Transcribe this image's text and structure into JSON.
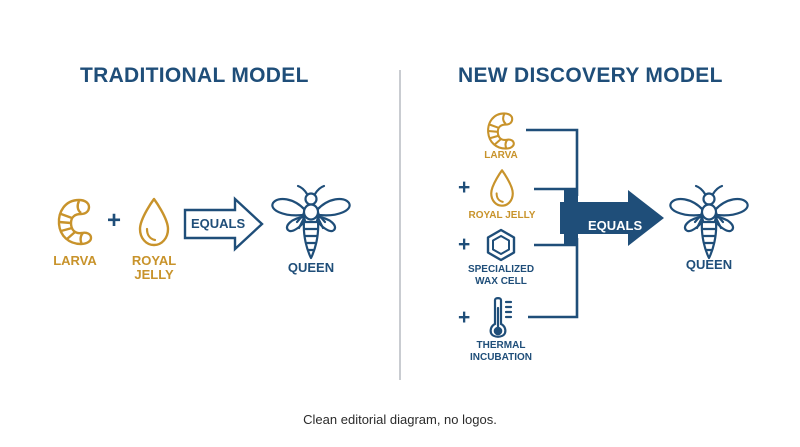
{
  "traditional": {
    "heading": "TRADITIONAL MODEL",
    "larva_label": "LARVA",
    "plus": "+",
    "jelly_label_1": "ROYAL",
    "jelly_label_2": "JELLY",
    "equals_label": "EQUALS",
    "queen_label": "QUEEN"
  },
  "discovery": {
    "heading": "NEW DISCOVERY MODEL",
    "inputs": [
      {
        "label_1": "LARVA",
        "label_2": "",
        "icon": "larva-icon"
      },
      {
        "label_1": "ROYAL JELLY",
        "label_2": "",
        "icon": "droplet-icon"
      },
      {
        "label_1": "SPECIALIZED",
        "label_2": "WAX CELL",
        "icon": "hexagon-icon"
      },
      {
        "label_1": "THERMAL",
        "label_2": "INCUBATION",
        "icon": "thermometer-icon"
      }
    ],
    "plus": "+",
    "equals_label": "EQUALS",
    "queen_label": "QUEEN"
  },
  "caption": "Clean editorial diagram, no logos.",
  "colors": {
    "navy": "#1f4e79",
    "gold": "#c8932b",
    "divider": "#c9ccd1"
  }
}
